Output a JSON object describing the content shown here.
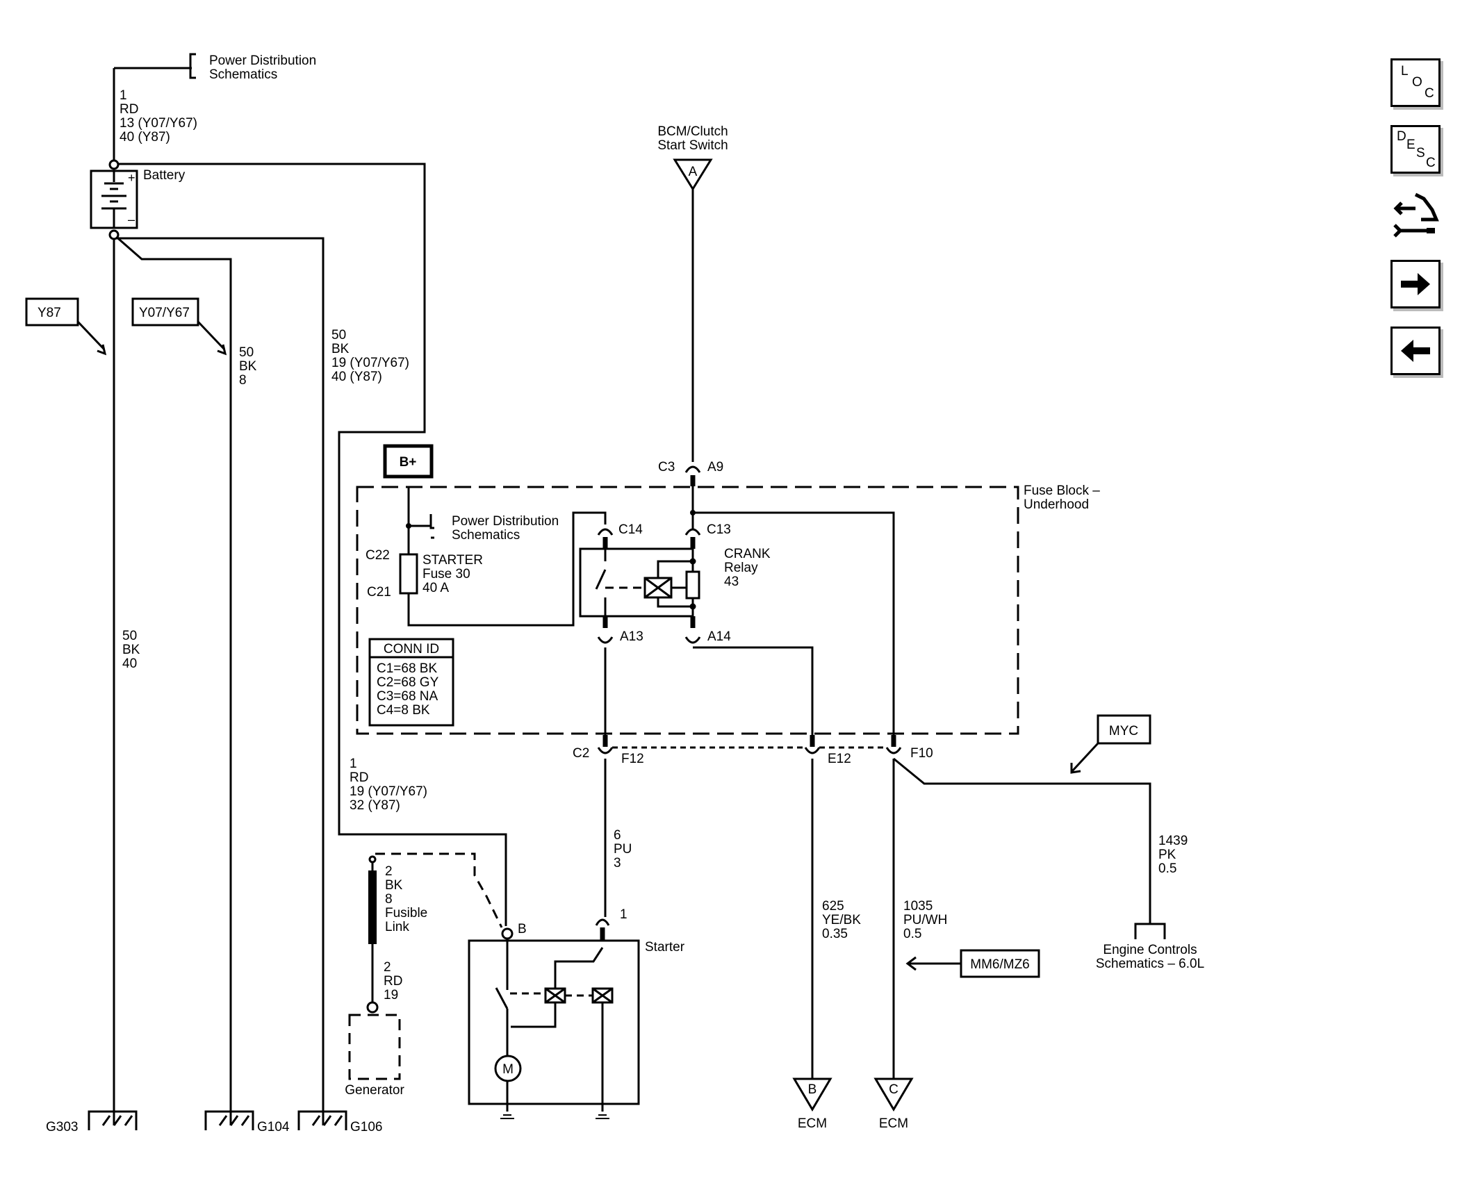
{
  "labels": {
    "pd_top_1": "Power Distribution",
    "pd_top_2": "Schematics",
    "w1_a": "1",
    "w1_b": "RD",
    "w1_c": "13 (Y07/Y67)",
    "w1_d": "40 (Y87)",
    "battery": "Battery",
    "bat_plus": "+",
    "bat_minus": "–",
    "opt_y87": "Y87",
    "opt_y07": "Y07/Y67",
    "w50a_a": "50",
    "w50a_b": "BK",
    "w50a_c": "8",
    "w50b_a": "50",
    "w50b_b": "BK",
    "w50b_c": "19 (Y07/Y67)",
    "w50b_d": "40 (Y87)",
    "w50c_a": "50",
    "w50c_b": "BK",
    "w50c_c": "40",
    "bcm_1": "BCM/Clutch",
    "bcm_2": "Start Switch",
    "conn_a": "A",
    "c3": "C3",
    "a9": "A9",
    "bplus": "B+",
    "fb_1": "Fuse Block –",
    "fb_2": "Underhood",
    "pd_in_1": "Power Distribution",
    "pd_in_2": "Schematics",
    "c14": "C14",
    "c13": "C13",
    "crank_1": "CRANK",
    "crank_2": "Relay",
    "crank_3": "43",
    "c22": "C22",
    "c21": "C21",
    "fuse_1": "STARTER",
    "fuse_2": "Fuse 30",
    "fuse_3": "40 A",
    "a13": "A13",
    "a14": "A14",
    "connid_title": "CONN ID",
    "connid_1": "C1=68 BK",
    "connid_2": "C2=68 GY",
    "connid_3": "C3=68 NA",
    "connid_4": "C4=8 BK",
    "c2": "C2",
    "f12": "F12",
    "e12": "E12",
    "f10": "F10",
    "myc": "MYC",
    "w1r_a": "1",
    "w1r_b": "RD",
    "w1r_c": "19 (Y07/Y67)",
    "w1r_d": "32 (Y87)",
    "w6_a": "6",
    "w6_b": "PU",
    "w6_c": "3",
    "w1439_a": "1439",
    "w1439_b": "PK",
    "w1439_c": "0.5",
    "fl_a": "2",
    "fl_b": "BK",
    "fl_c": "8",
    "fl_d": "Fusible",
    "fl_e": "Link",
    "fl2_a": "2",
    "fl2_b": "RD",
    "fl2_c": "19",
    "term_b": "B",
    "term_1": "1",
    "starter": "Starter",
    "motor": "M",
    "w625_a": "625",
    "w625_b": "YE/BK",
    "w625_c": "0.35",
    "w1035_a": "1035",
    "w1035_b": "PU/WH",
    "w1035_c": "0.5",
    "mm6": "MM6/MZ6",
    "ec_1": "Engine Controls",
    "ec_2": "Schematics – 6.0L",
    "generator": "Generator",
    "conn_b": "B",
    "conn_c": "C",
    "ecm_b": "ECM",
    "ecm_c": "ECM",
    "g303": "G303",
    "g104": "G104",
    "g106": "G106"
  },
  "nav": {
    "loc": [
      "L",
      "O",
      "C"
    ],
    "desc": [
      "D",
      "E",
      "S",
      "C"
    ]
  }
}
